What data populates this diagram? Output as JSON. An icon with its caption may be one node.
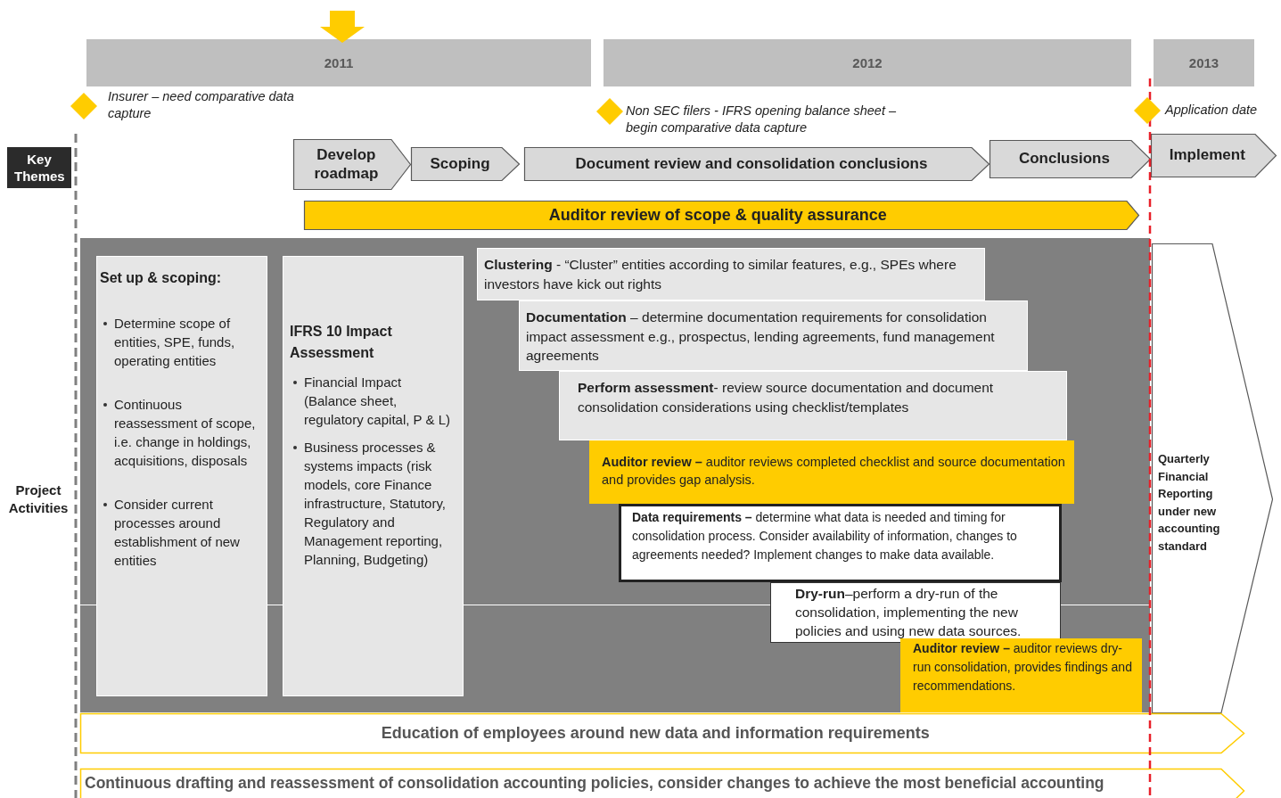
{
  "diagram": {
    "nodes": [
      {
        "text": [
          "2011"
        ]
      },
      {
        "text": [
          "2012"
        ]
      },
      {
        "text": [
          "2013"
        ]
      },
      {
        "text": [
          "Key Themes"
        ]
      },
      {
        "text": [
          "Develop roadmap"
        ]
      },
      {
        "text": [
          "Scoping"
        ]
      },
      {
        "text": [
          "Document review and consolidation conclusions"
        ]
      },
      {
        "text": [
          "Conclusions"
        ]
      },
      {
        "text": [
          "Implement"
        ]
      },
      {
        "text": [
          "Auditor review of scope & quality assurance"
        ]
      },
      {
        "text": [
          "Project Activities"
        ]
      },
      {
        "text": [],
        "shape": "box"
      },
      {
        "text": [
          "Set up & scoping:",
          "Determine scope of entities, SPE, funds, operating entities",
          "Continuous reassessment of scope, i.e. change in holdings, acquisitions, disposals",
          "Consider current processes around establishment of new entities"
        ],
        "in": 11
      },
      {
        "text": [
          "IFRS 10 Impact Assessment",
          "Financial Impact (Balance sheet, regulatory capital, P & L)",
          "Business processes & systems impacts (risk models, core Finance infrastructure, Statutory, Regulatory and Management reporting, Planning, Budgeting)"
        ],
        "in": 11
      },
      {
        "text": [
          "**Clustering** - “Cluster” entities according to similar features, e.g., SPEs where investors have kick out rights"
        ],
        "in": 11
      },
      {
        "text": [
          "**Documentation** – determine documentation requirements for consolidation impact assessment e.g., prospectus, lending agreements, fund management agreements"
        ],
        "in": 11
      },
      {
        "text": [
          "**Perform assessment**- review source documentation and document consolidation considerations using checklist/templates"
        ],
        "in": 11
      },
      {
        "text": [
          "**Auditor review –** auditor reviews completed checklist and source documentation and provides gap analysis."
        ],
        "in": 11
      },
      {
        "text": [
          "**Data requirements –** determine what data is needed and timing for consolidation process. Consider availability of information, changes to agreements needed? Implement changes to make data available."
        ],
        "in": 11
      },
      {
        "text": [
          "**Dry-run**–perform a dry-run of the consolidation, implementing the new policies and using new data sources."
        ],
        "in": 11
      },
      {
        "text": [
          "**Auditor review –** auditor reviews dry-run consolidation, provides findings and recommendations."
        ],
        "in": 11
      },
      {
        "text": [
          "Quarterly Financial Reporting under new accounting standard"
        ]
      },
      {
        "text": [
          "Education of employees around new data and information requirements"
        ]
      },
      {
        "text": [
          "Continuous drafting and reassessment of consolidation accounting policies, consider changes to achieve the most beneficial accounting"
        ]
      }
    ],
    "labels": [
      "Insurer – need comparative data capture",
      "Non SEC filers - IFRS opening balance sheet – begin comparative data capture",
      "Application date"
    ]
  }
}
